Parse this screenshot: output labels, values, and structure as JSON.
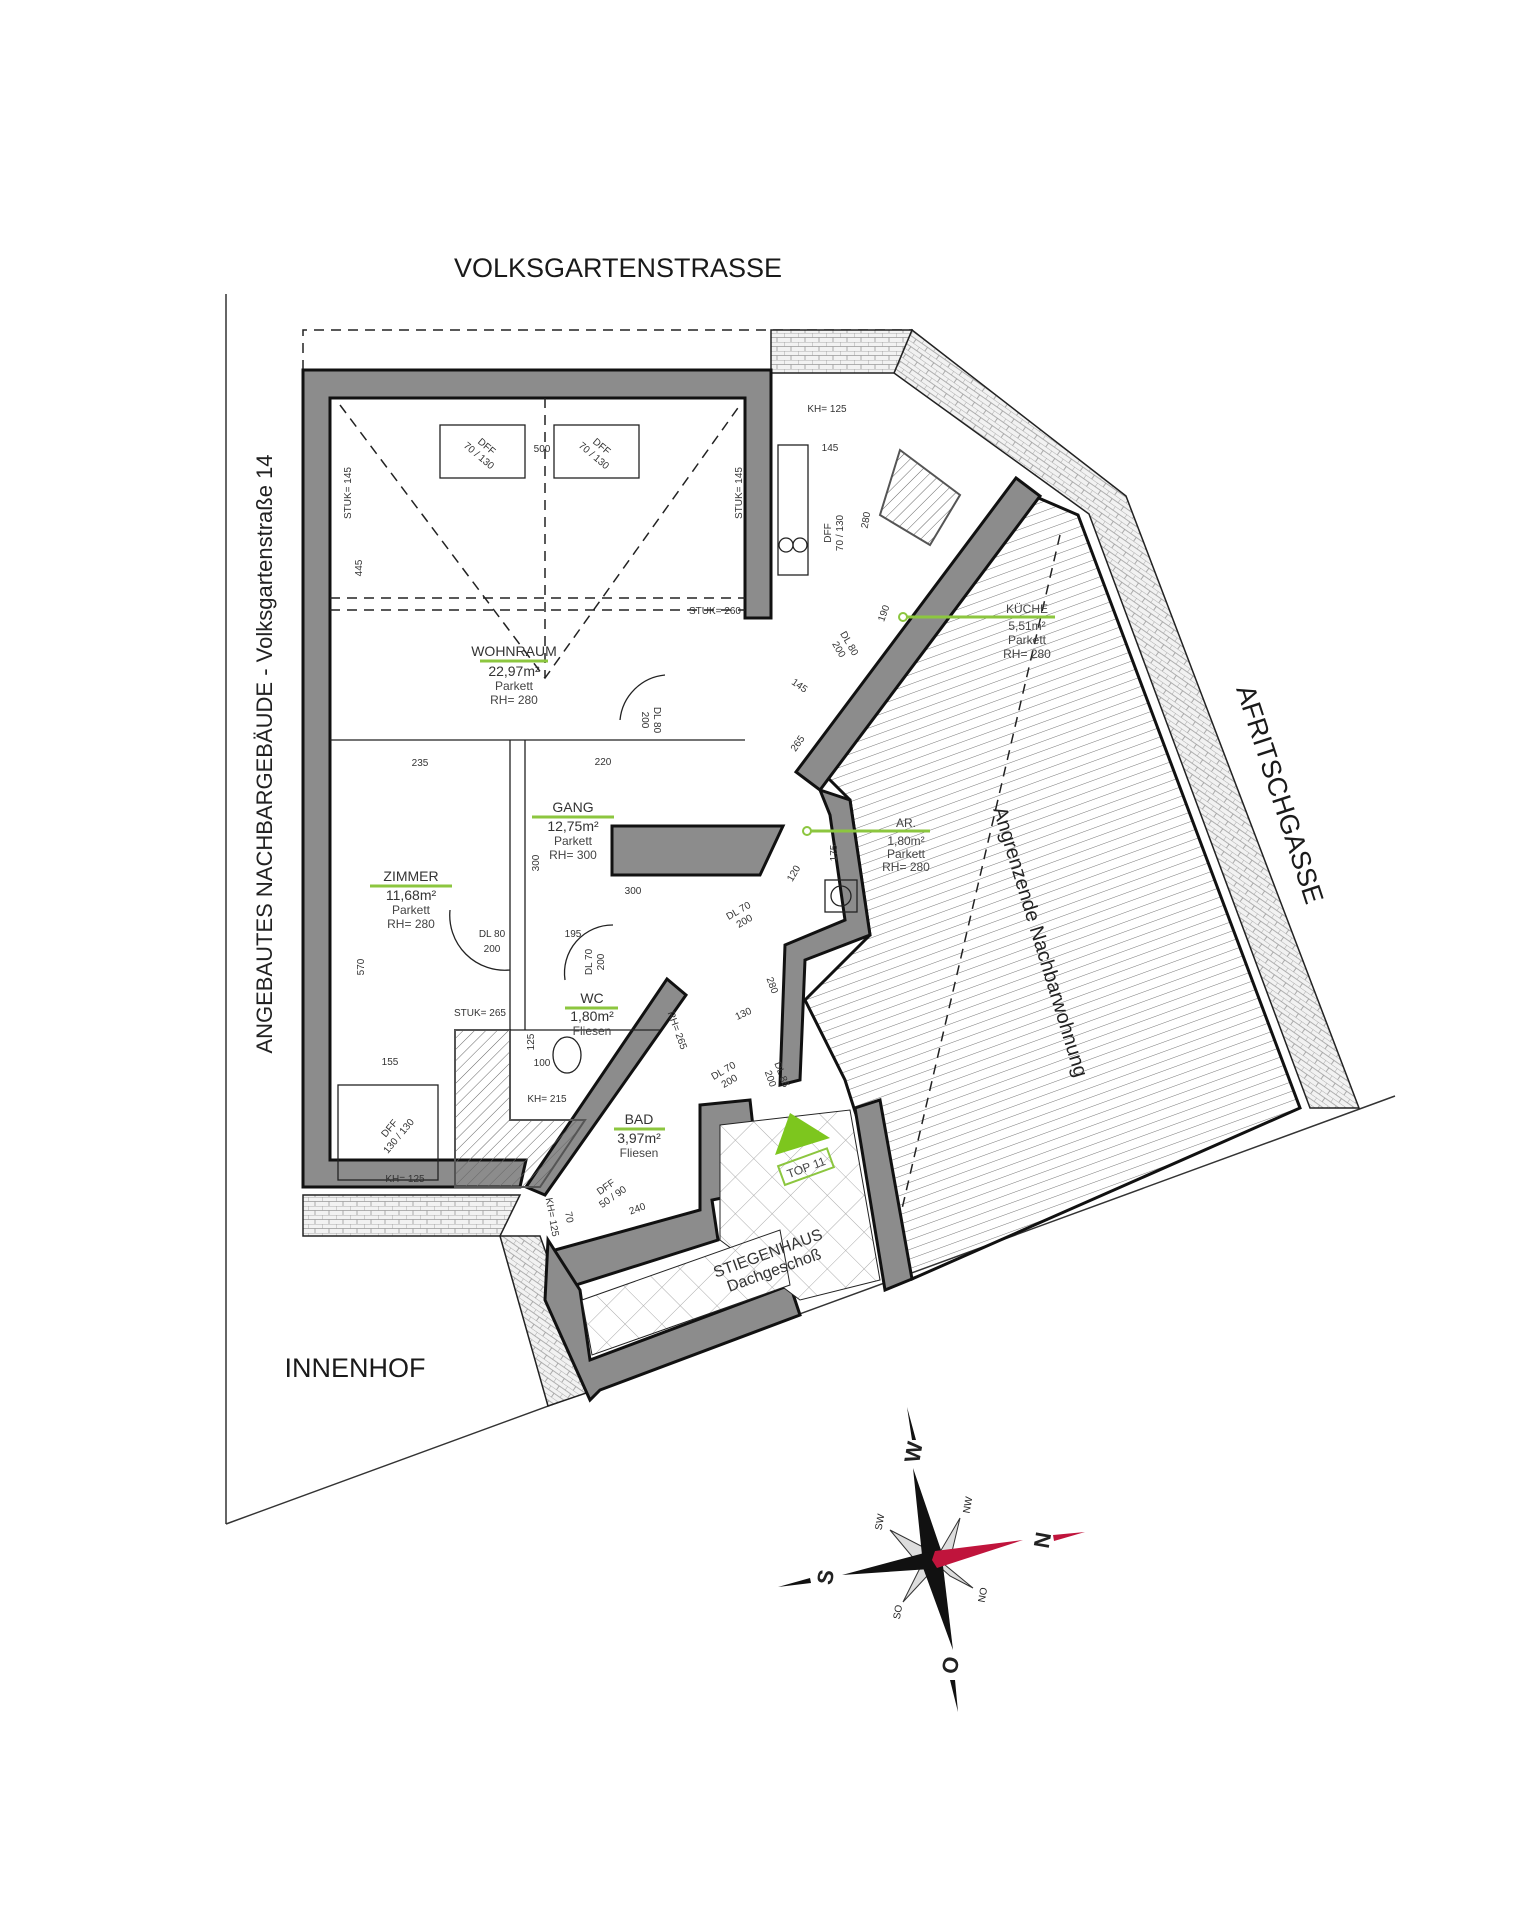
{
  "streets": {
    "top": "VOLKSGARTENSTRASSE",
    "right": "AFRITSCHGASSE",
    "left": "ANGEBAUTES NACHBARGEBÄUDE - Volksgartenstraße 14",
    "courtyard": "INNENHOF",
    "neighbor": "Angrenzende Nachbarwohnung"
  },
  "rooms": {
    "wohnraum": {
      "name": "WOHNRAUM",
      "area": "22,97m²",
      "floor": "Parkett",
      "height": "RH= 280"
    },
    "zimmer": {
      "name": "ZIMMER",
      "area": "11,68m²",
      "floor": "Parkett",
      "height": "RH= 280"
    },
    "gang": {
      "name": "GANG",
      "area": "12,75m²",
      "floor": "Parkett",
      "height": "RH= 300"
    },
    "wc": {
      "name": "WC",
      "area": "1,80m²",
      "floor": "Fliesen"
    },
    "bad": {
      "name": "BAD",
      "area": "3,97m²",
      "floor": "Fliesen"
    },
    "kueche": {
      "name": "KÜCHE",
      "area": "5,51m²",
      "floor": "Parkett",
      "height": "RH= 280"
    },
    "ar": {
      "name": "AR.",
      "area": "1,80m²",
      "floor": "Parkett",
      "height": "RH= 280"
    },
    "stiegenhaus": {
      "name": "STIEGENHAUS",
      "sub": "Dachgeschoß"
    }
  },
  "unit": {
    "label": "TOP 11",
    "color": "#7dc61e"
  },
  "dimensions": {
    "d500": "500",
    "stuk145a": "STUK= 145",
    "d445": "445",
    "stuk145b": "STUK= 145",
    "stuk260": "STUK= 260",
    "dff1": "DFF",
    "dff1s": "70 / 130",
    "dff2": "DFF",
    "dff2s": "70 / 130",
    "dl80a": "DL 80",
    "dl80a2": "200",
    "d235": "235",
    "d220": "220",
    "d300v": "300",
    "d300h": "300",
    "dl80b": "DL 80",
    "dl80b2": "200",
    "d195": "195",
    "dl70wc": "DL 70",
    "dl70wc2": "200",
    "d570": "570",
    "stuk265": "STUK= 265",
    "d155": "155",
    "dff3": "DFF",
    "dff3s": "130 / 130",
    "kh125a": "KH= 125",
    "kh215": "KH= 215",
    "d100": "100",
    "d125": "125",
    "d130": "130",
    "dl70ar": "DL 70",
    "dl70ar2": "200",
    "dl70bad": "DL 70",
    "dl70bad2": "200",
    "dl85": "DL 85",
    "dl852": "200",
    "rh265": "RH= 265",
    "d280b": "280",
    "kh125k": "KH= 125",
    "d145k": "145",
    "dffk": "DFF",
    "dffks": "70 / 130",
    "d280k": "280",
    "d190": "190",
    "dl80k": "DL 80",
    "dl80k2": "200",
    "d145g": "145",
    "d265g": "265",
    "d175": "175",
    "d120": "120",
    "dff4": "DFF",
    "dff4s": "50 / 90",
    "kh125b": "KH= 125",
    "d70": "70",
    "d240": "240"
  },
  "compass": {
    "n": "N",
    "s": "S",
    "w": "W",
    "o": "O",
    "nw": "NW",
    "sw": "SW",
    "so": "SO",
    "no": "NO",
    "north_color": "#c0143c"
  }
}
